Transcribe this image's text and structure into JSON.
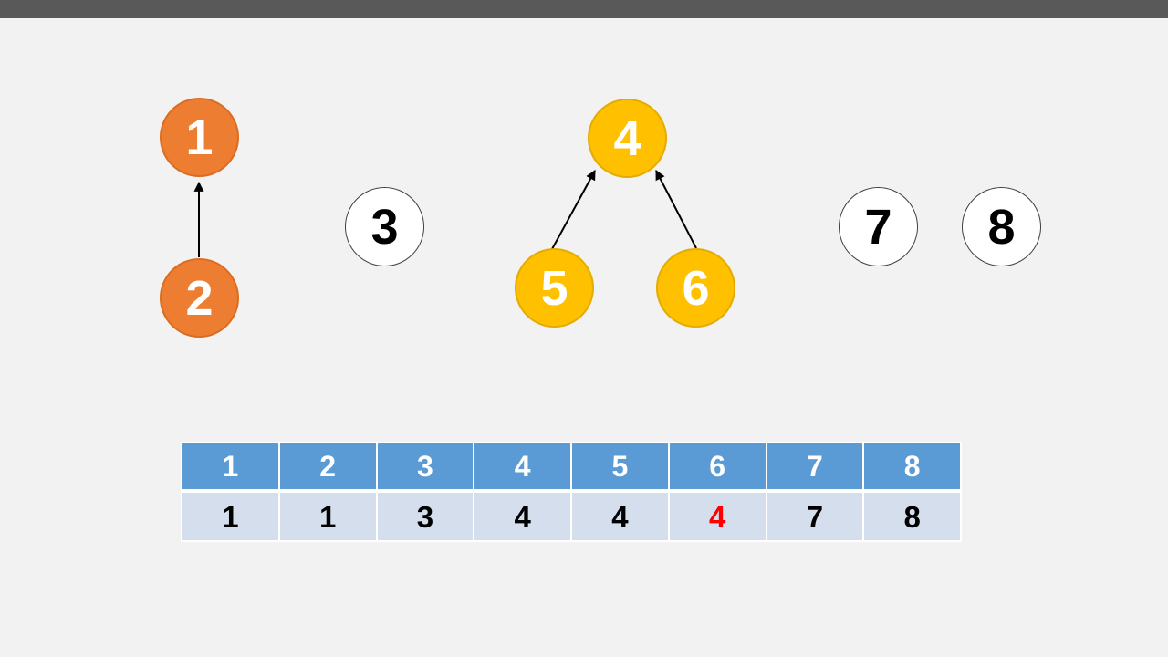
{
  "slide": {
    "background": "#F2F2F2",
    "top_bar_color": "#595959"
  },
  "graph": {
    "nodes": [
      {
        "label": "1",
        "style": "orange"
      },
      {
        "label": "2",
        "style": "orange"
      },
      {
        "label": "3",
        "style": "white"
      },
      {
        "label": "4",
        "style": "gold"
      },
      {
        "label": "5",
        "style": "gold"
      },
      {
        "label": "6",
        "style": "gold"
      },
      {
        "label": "7",
        "style": "white"
      },
      {
        "label": "8",
        "style": "white"
      }
    ],
    "edges": [
      {
        "from": "2",
        "to": "1"
      },
      {
        "from": "5",
        "to": "4"
      },
      {
        "from": "6",
        "to": "4"
      }
    ]
  },
  "table": {
    "headers": [
      "1",
      "2",
      "3",
      "4",
      "5",
      "6",
      "7",
      "8"
    ],
    "values": [
      "1",
      "1",
      "3",
      "4",
      "4",
      "4",
      "7",
      "8"
    ],
    "highlighted_column": "6",
    "highlighted_value": "4"
  },
  "colors": {
    "orange_node": "#ED7D31",
    "gold_node": "#FFC000",
    "white_node": "#FFFFFF",
    "arrow": "#000000",
    "table_header_bg": "#5B9BD5",
    "table_header_text": "#FFFFFF",
    "table_body_bg": "#D5DEED",
    "table_body_text": "#000000",
    "table_highlight_text": "#FF0000"
  }
}
